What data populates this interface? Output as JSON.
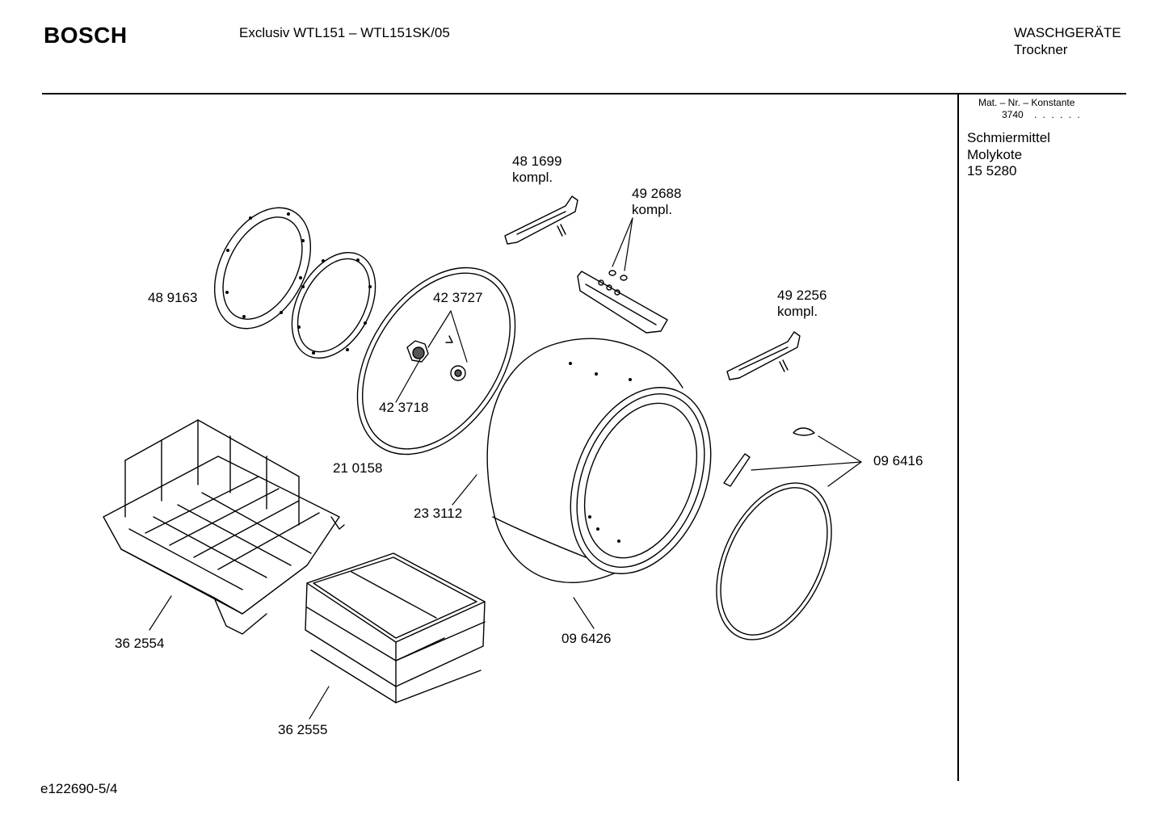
{
  "header": {
    "brand": "BOSCH",
    "model": "Exclusiv WTL151 – WTL151SK/05",
    "category": "WASCHGERÄTE",
    "subcategory": "Trockner"
  },
  "sidebar": {
    "mat_header": "Mat. – Nr. – Konstante",
    "mat_value": "3740",
    "mat_dots": ". . . . . .",
    "lubricant_title": "Schmiermittel",
    "lubricant_name": "Molykote",
    "lubricant_number": "15 5280"
  },
  "parts": {
    "p481699": {
      "number": "48 1699",
      "suffix": "kompl."
    },
    "p492688": {
      "number": "49 2688",
      "suffix": "kompl."
    },
    "p492256": {
      "number": "49 2256",
      "suffix": "kompl."
    },
    "p489163": {
      "number": "48 9163"
    },
    "p423727": {
      "number": "42 3727"
    },
    "p423718": {
      "number": "42 3718"
    },
    "p210158": {
      "number": "21 0158"
    },
    "p233112": {
      "number": "23 3112"
    },
    "p096416": {
      "number": "09 6416"
    },
    "p362554": {
      "number": "36 2554"
    },
    "p096426": {
      "number": "09 6426"
    },
    "p362555": {
      "number": "36 2555"
    }
  },
  "footer": {
    "code": "e122690-5/4"
  }
}
